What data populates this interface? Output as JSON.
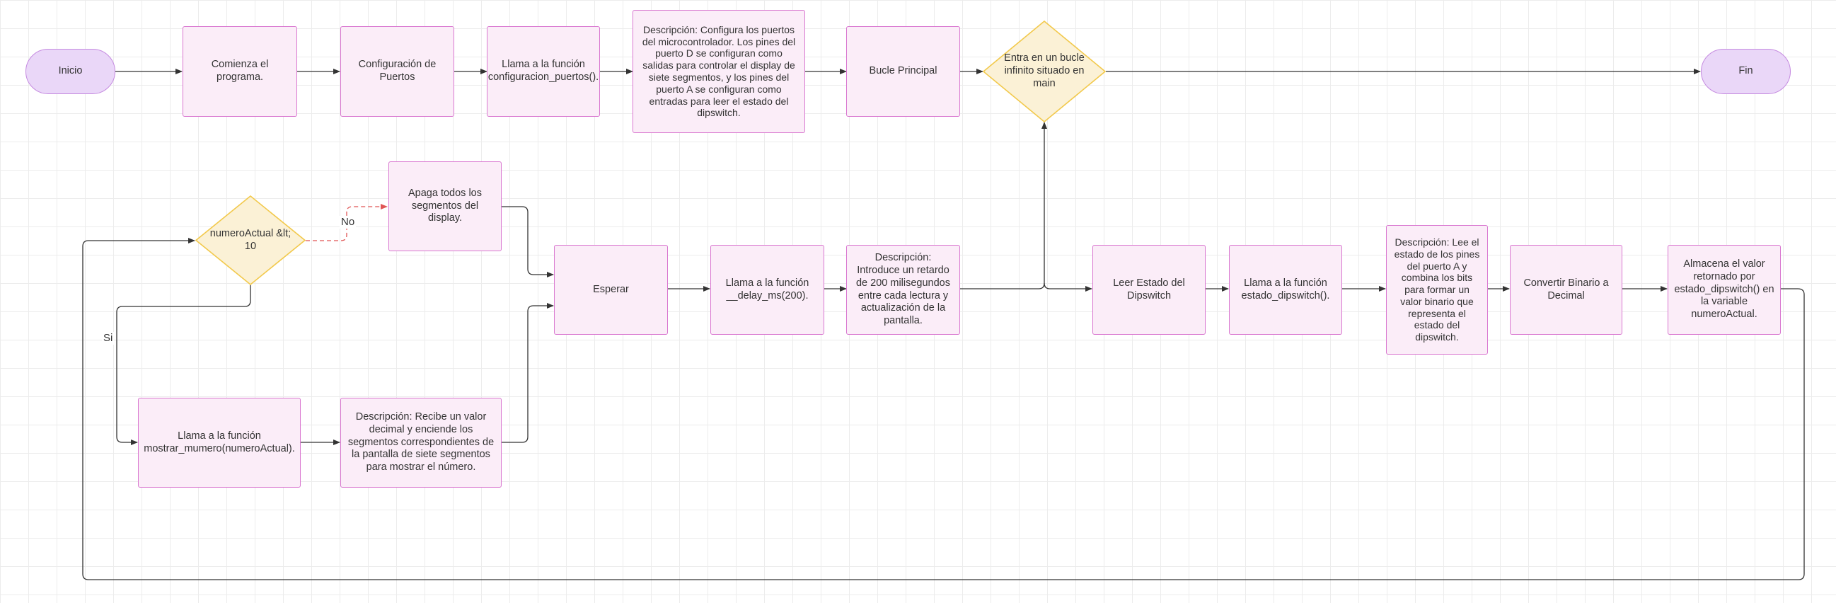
{
  "nodes": {
    "inicio": "Inicio",
    "comienza": "Comienza el programa.",
    "config_puertos": "Configuración de Puertos",
    "llama_config": "Llama a la función configuracion_puertos().",
    "desc_config": "Descripción: Configura los puertos del microcontrolador. Los pines del puerto D se configuran como salidas para controlar el display de siete segmentos, y los pines del puerto A se configuran como entradas para leer el estado del dipswitch.",
    "bucle": "Bucle Principal",
    "entra_bucle": "Entra en un bucle infinito situado en main",
    "fin": "Fin",
    "condicion": "numeroActual &lt; 10",
    "apaga": "Apaga todos los segmentos del display.",
    "esperar": "Esperar",
    "llama_delay": "Llama a la función __delay_ms(200).",
    "desc_delay": "Descripción: Introduce un retardo de 200 milisegundos entre cada lectura y actualización de la pantalla.",
    "leer_dip": "Leer Estado del Dipswitch",
    "llama_dip": "Llama a la función estado_dipswitch().",
    "desc_dip": "Descripción: Lee el estado de los pines del puerto A y combina los bits para formar un valor binario que representa el estado del dipswitch.",
    "convertir": "Convertir Binario a Decimal",
    "almacena": "Almacena el valor retornado por estado_dipswitch() en la variable numeroActual.",
    "llama_mostrar": "Llama a la función mostrar_mumero(numeroActual).",
    "desc_mostrar": "Descripción: Recibe un valor decimal y enciende los segmentos correspondientes de la pantalla de siete segmentos para mostrar el número."
  },
  "edge_labels": {
    "no": "No",
    "si": "Si"
  },
  "colors": {
    "process_fill": "#fbedf8",
    "process_border": "#d977d0",
    "terminal_fill": "#ead7f8",
    "terminal_border": "#c58ae0",
    "decision_fill": "#fbf1d6",
    "decision_border": "#f2c94c",
    "edge": "#333333",
    "edge_no": "#e05555"
  }
}
